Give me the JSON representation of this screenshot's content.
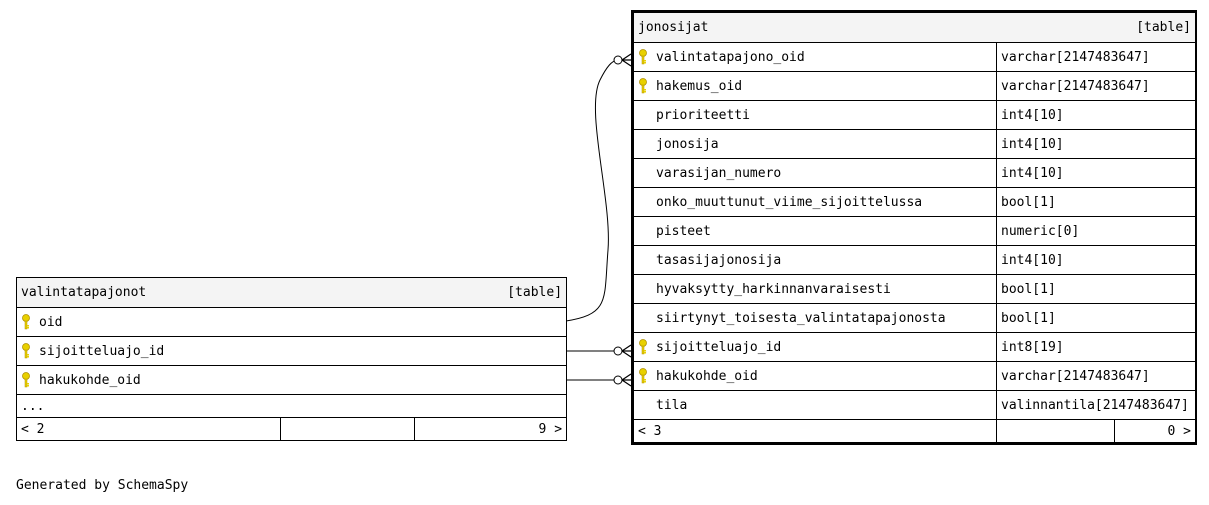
{
  "tables": {
    "jonosijat": {
      "name": "jonosijat",
      "kind": "[table]",
      "columns": [
        {
          "name": "valintatapajono_oid",
          "type": "varchar[2147483647]",
          "key": true
        },
        {
          "name": "hakemus_oid",
          "type": "varchar[2147483647]",
          "key": true
        },
        {
          "name": "prioriteetti",
          "type": "int4[10]",
          "key": false
        },
        {
          "name": "jonosija",
          "type": "int4[10]",
          "key": false
        },
        {
          "name": "varasijan_numero",
          "type": "int4[10]",
          "key": false
        },
        {
          "name": "onko_muuttunut_viime_sijoittelussa",
          "type": "bool[1]",
          "key": false
        },
        {
          "name": "pisteet",
          "type": "numeric[0]",
          "key": false
        },
        {
          "name": "tasasijajonosija",
          "type": "int4[10]",
          "key": false
        },
        {
          "name": "hyvaksytty_harkinnanvaraisesti",
          "type": "bool[1]",
          "key": false
        },
        {
          "name": "siirtynyt_toisesta_valintatapajonosta",
          "type": "bool[1]",
          "key": false
        },
        {
          "name": "sijoitteluajo_id",
          "type": "int8[19]",
          "key": true
        },
        {
          "name": "hakukohde_oid",
          "type": "varchar[2147483647]",
          "key": true
        },
        {
          "name": "tila",
          "type": "valinnantila[2147483647]",
          "key": false
        }
      ],
      "footer_left": "< 3",
      "footer_right": "0 >"
    },
    "valintatapajonot": {
      "name": "valintatapajonot",
      "kind": "[table]",
      "columns": [
        {
          "name": "oid",
          "key": true
        },
        {
          "name": "sijoitteluajo_id",
          "key": true
        },
        {
          "name": "hakukohde_oid",
          "key": true
        }
      ],
      "more": "...",
      "footer_left": "< 2",
      "footer_right": "9 >"
    }
  },
  "footer": "Generated by SchemaSpy",
  "colors": {
    "key_icon": "#e8d000",
    "header_bg": "#f4f4f4"
  },
  "icons": {
    "key": "key-icon"
  }
}
